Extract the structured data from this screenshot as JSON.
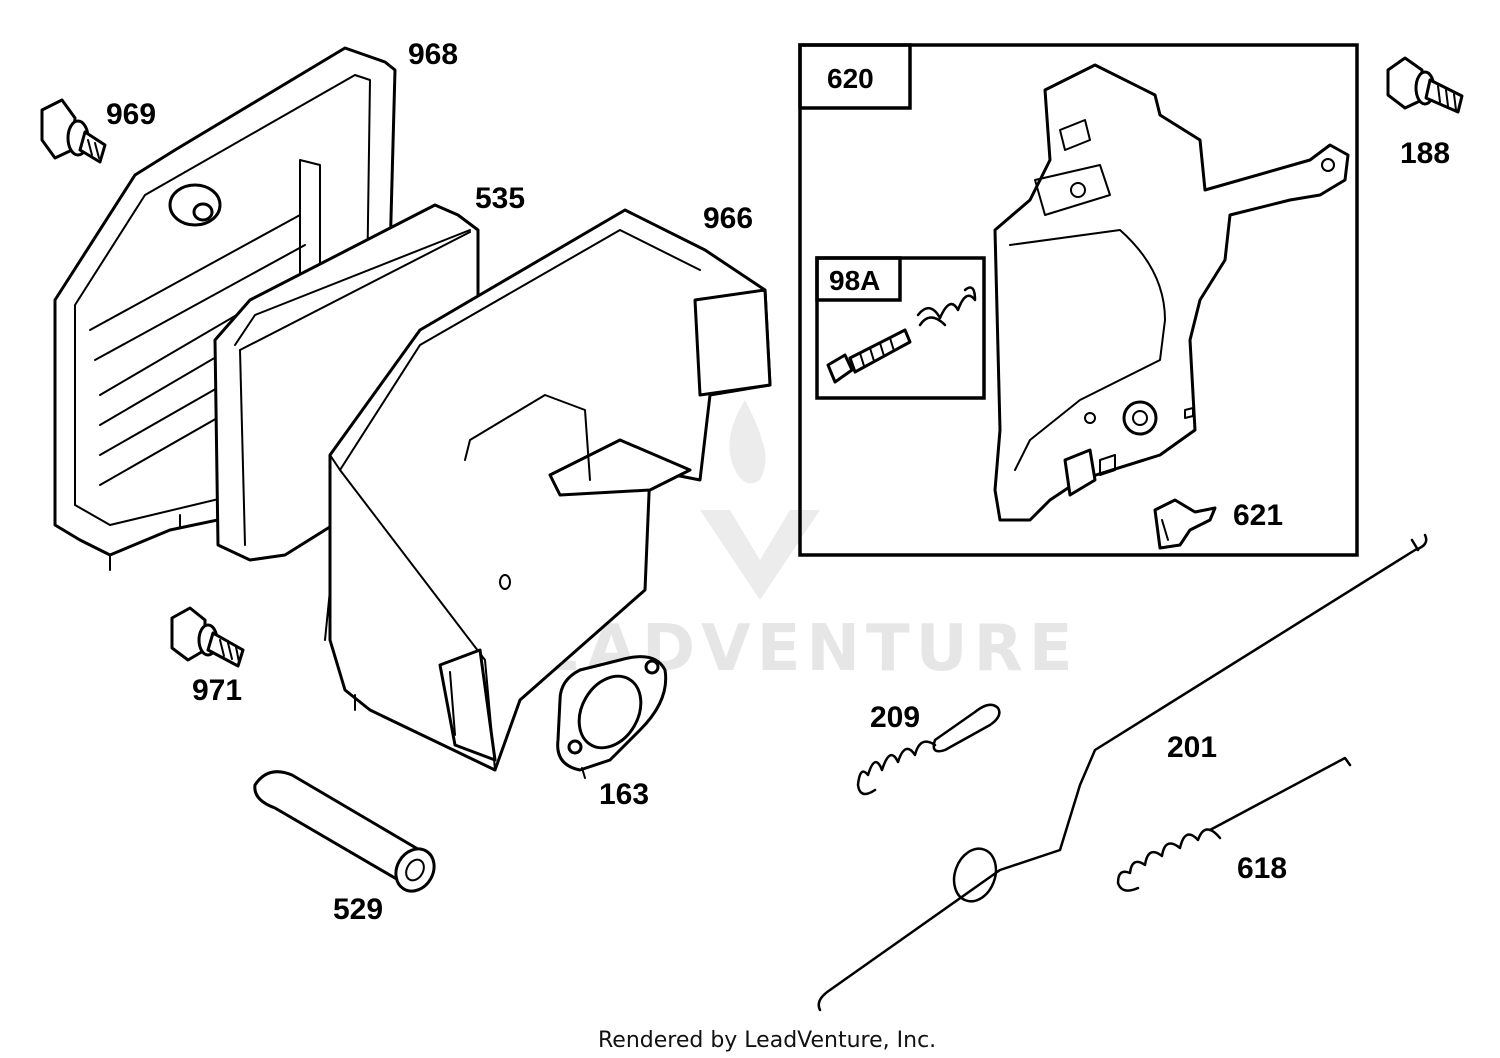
{
  "diagram": {
    "parts": [
      {
        "id": "968",
        "label": "968"
      },
      {
        "id": "969",
        "label": "969"
      },
      {
        "id": "535",
        "label": "535"
      },
      {
        "id": "966",
        "label": "966"
      },
      {
        "id": "971",
        "label": "971"
      },
      {
        "id": "163",
        "label": "163"
      },
      {
        "id": "529",
        "label": "529"
      },
      {
        "id": "620",
        "label": "620"
      },
      {
        "id": "98A",
        "label": "98A"
      },
      {
        "id": "621",
        "label": "621"
      },
      {
        "id": "188",
        "label": "188"
      },
      {
        "id": "209",
        "label": "209"
      },
      {
        "id": "201",
        "label": "201"
      },
      {
        "id": "618",
        "label": "618"
      }
    ],
    "watermark": "LEADVENTURE",
    "footer": "Rendered by LeadVenture, Inc."
  }
}
